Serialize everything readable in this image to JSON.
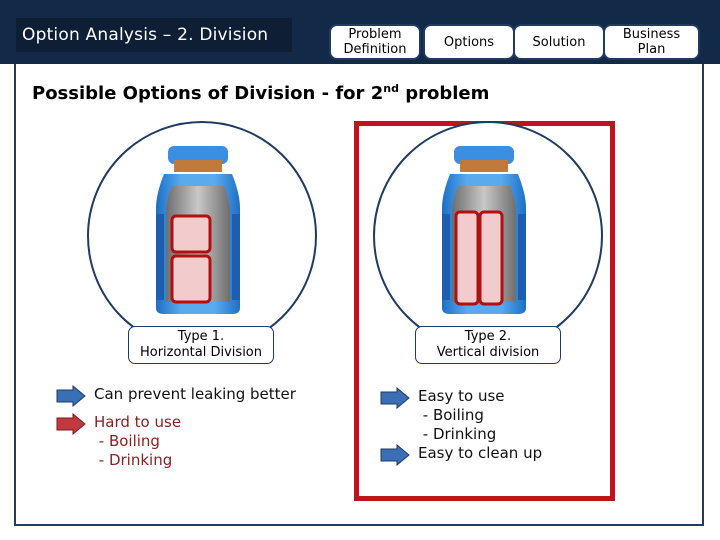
{
  "header": {
    "title": "Option Analysis – 2. Division",
    "tabs": [
      {
        "label": "Problem\nDefinition"
      },
      {
        "label": "Options"
      },
      {
        "label": "Solution"
      },
      {
        "label": "Business\nPlan"
      }
    ]
  },
  "main": {
    "heading": "Possible Options of Division - for 2",
    "heading_sup": "nd",
    "heading_tail": " problem",
    "options": [
      {
        "label": "Type 1.\nHorizontal Division",
        "pros": "Can prevent leaking better",
        "cons": "Hard to use\n - Boiling\n - Drinking"
      },
      {
        "label": "Type 2.\nVertical division",
        "pros": "Easy to use\n - Boiling\n - Drinking\nEasy to clean up"
      }
    ]
  },
  "colors": {
    "navy": "#122a48",
    "highlight_red": "#c0141c",
    "arrow_blue": "#3a6fb5",
    "arrow_red": "#c0393f",
    "cons_text": "#8b1e1e"
  }
}
